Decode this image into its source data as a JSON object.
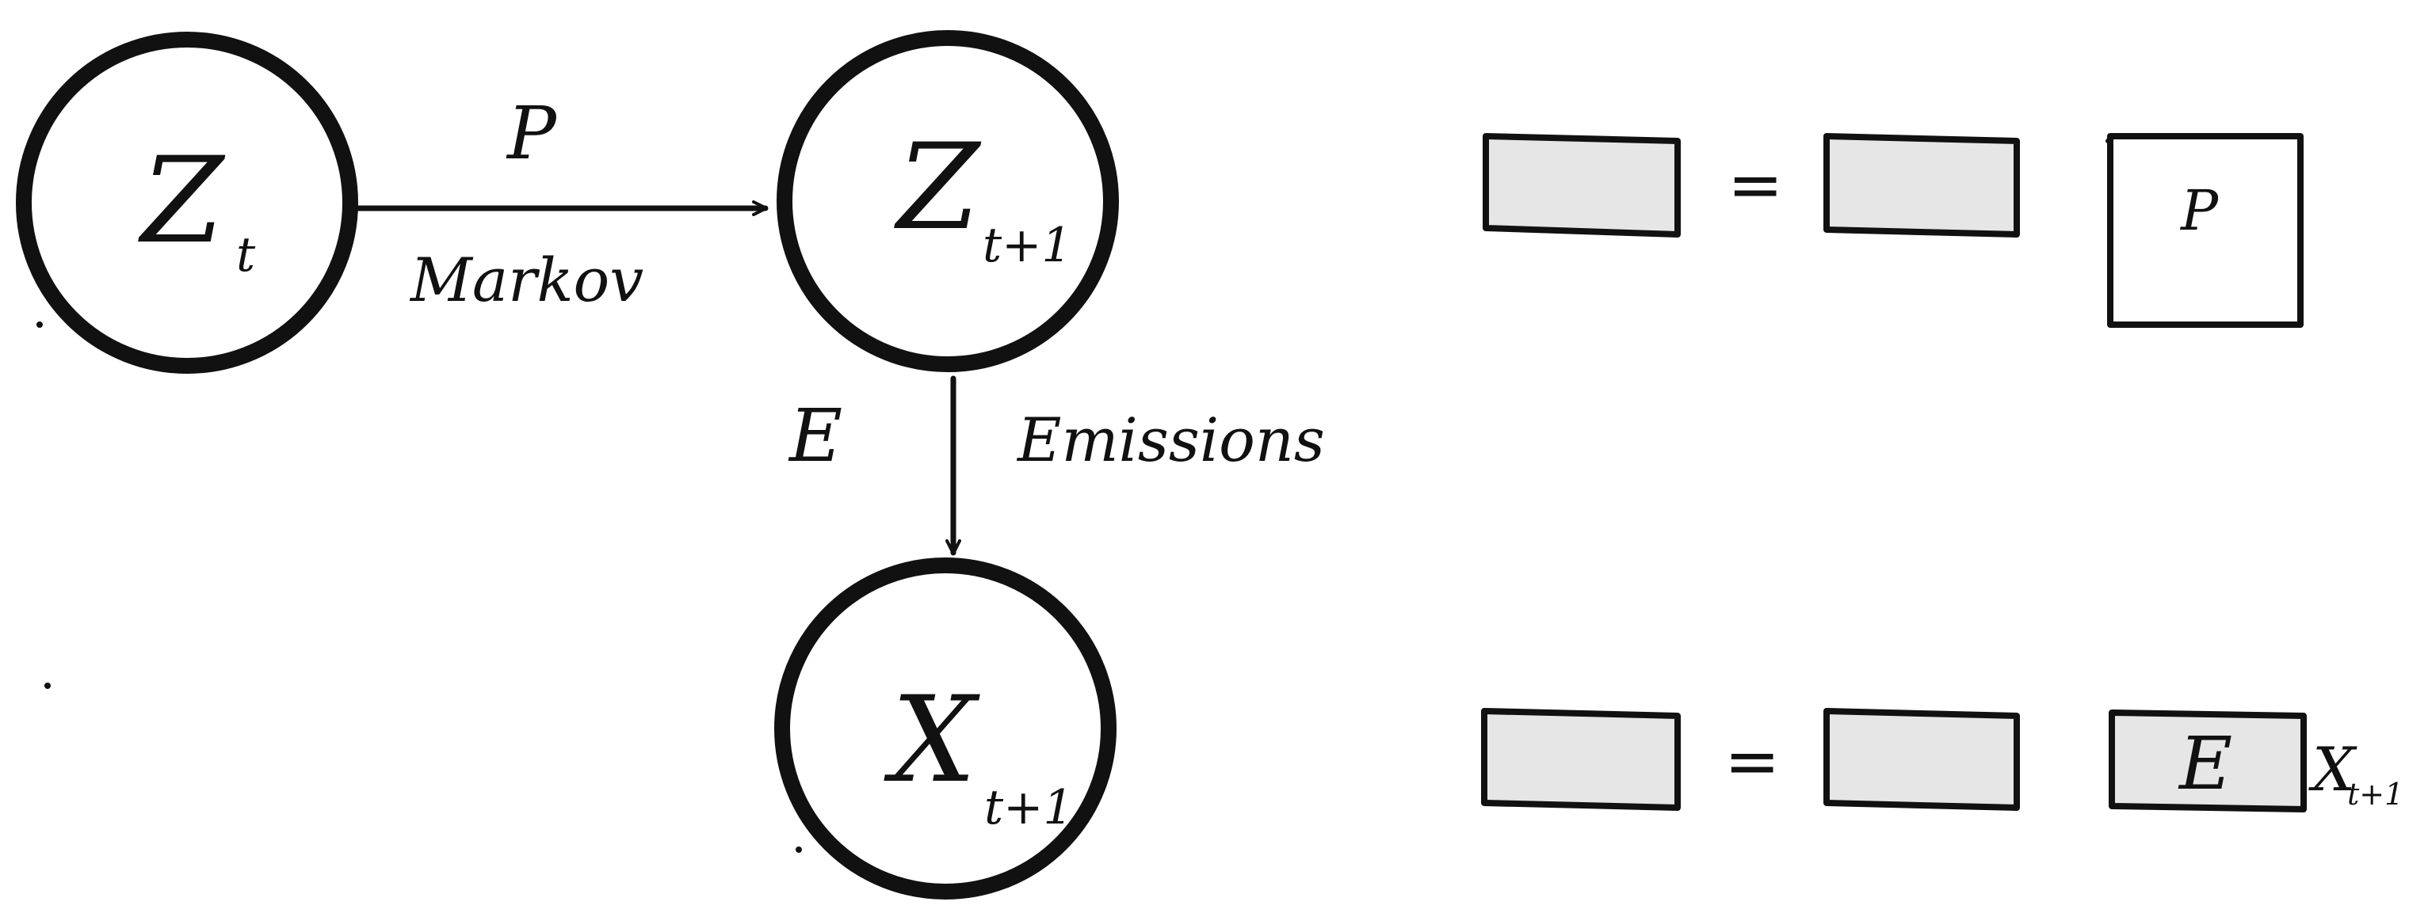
{
  "colors": {
    "ink": "#111111",
    "box_fill": "#e6e6e6",
    "background": "#ffffff"
  },
  "nodes": {
    "z_t": {
      "letter": "Z",
      "subscript": "t"
    },
    "z_t1": {
      "letter": "Z",
      "subscript": "t+1"
    },
    "x_t1": {
      "letter": "X",
      "subscript": "t+1"
    }
  },
  "edges": {
    "markov": {
      "symbol": "P",
      "label": "Markov"
    },
    "emissions": {
      "symbol": "E",
      "label": "Emissions"
    }
  },
  "equations": {
    "transition": {
      "operator": "=",
      "matrix_symbol": "P"
    },
    "emission": {
      "operator": "=",
      "matrix_symbol": "E",
      "vector_letter": "X",
      "vector_subscript": "t+1"
    }
  }
}
